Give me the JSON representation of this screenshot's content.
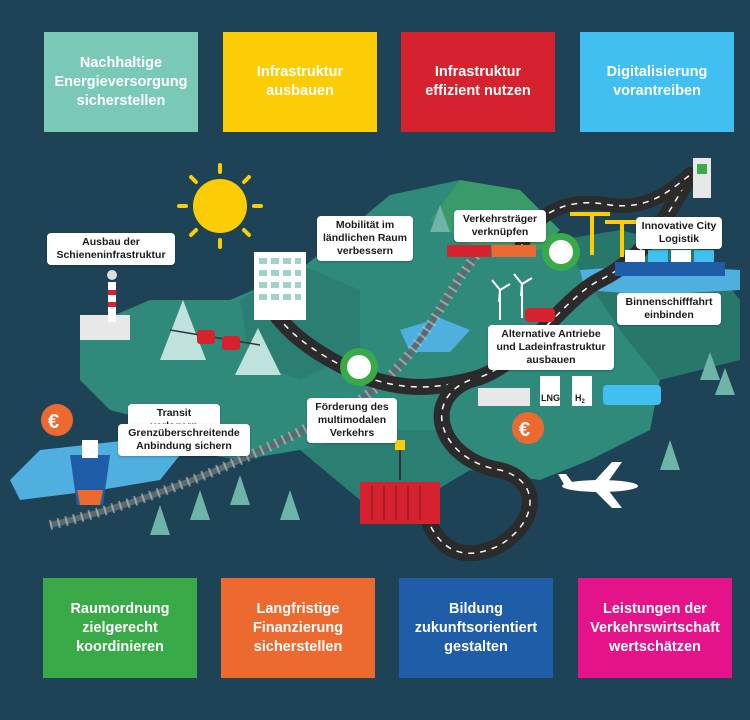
{
  "top_tiles": [
    {
      "label": "Nachhaltige\nEnergieversorgung\nsicherstellen",
      "color": "#79c9b6"
    },
    {
      "label": "Infrastruktur\nausbauen",
      "color": "#fccd05"
    },
    {
      "label": "Infrastruktur\neffizient nutzen",
      "color": "#d6222e"
    },
    {
      "label": "Digitalisierung\nvorantreiben",
      "color": "#40bff0"
    }
  ],
  "bottom_tiles": [
    {
      "label": "Raumordnung\nzielgerecht\nkoordinieren",
      "color": "#3aaa48"
    },
    {
      "label": "Langfristige\nFinanzierung\nsicherstellen",
      "color": "#ec6a30"
    },
    {
      "label": "Bildung\nzukunftsorientiert\ngestalten",
      "color": "#1f5da9"
    },
    {
      "label": "Leistungen der\nVerkehrswirtschaft\nwertschätzen",
      "color": "#e5138a"
    }
  ],
  "callouts": {
    "schiene": "Ausbau der\nSchieneninfrastruktur",
    "laendlich": "Mobilität im\nländlichen Raum\nverbessern",
    "verkehrstraeger": "Verkehrsträger\nverknüpfen",
    "city_logistik": "Innovative City\nLogistik",
    "binnenschiff": "Binnenschifffahrt\neinbinden",
    "antriebe": "Alternative Antriebe\nund Ladeinfrastruktur\nausbauen",
    "transit": "Transit verlagern",
    "grenz": "Grenzüberschreitende\nAnbindung sichern",
    "multimodal": "Förderung des\nmultimodalen\nVerkehrs"
  },
  "scene_labels": {
    "lng": "LNG",
    "h2": "H",
    "h2_sub": "2",
    "euro": "€"
  },
  "colors": {
    "background": "#1e4356",
    "land_light": "#2f8a7c",
    "land_dark": "#27786b",
    "road": "#2b2b2b",
    "road_marking": "#ffffff",
    "water": "#4fb0e0",
    "sun": "#fccd05",
    "container": "#d6222e",
    "hub": "#3aaa48",
    "euro": "#ec6a30"
  }
}
